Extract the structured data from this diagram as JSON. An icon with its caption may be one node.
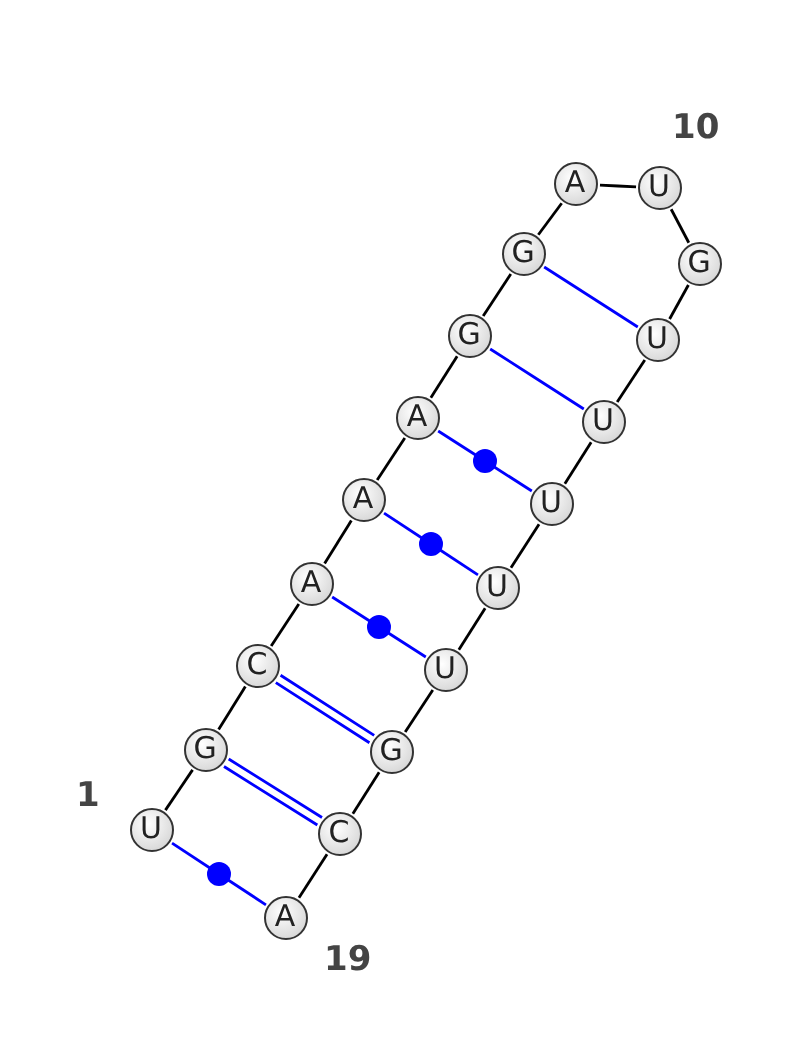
{
  "diagram": {
    "nodes": [
      {
        "text": [
          "U"
        ]
      },
      {
        "text": [
          "G"
        ]
      },
      {
        "text": [
          "C"
        ]
      },
      {
        "text": [
          "A"
        ]
      },
      {
        "text": [
          "A"
        ]
      },
      {
        "text": [
          "A"
        ]
      },
      {
        "text": [
          "G"
        ]
      },
      {
        "text": [
          "G"
        ]
      },
      {
        "text": [
          "A"
        ]
      },
      {
        "text": [
          "U"
        ]
      },
      {
        "text": [
          "G"
        ]
      },
      {
        "text": [
          "U"
        ]
      },
      {
        "text": [
          "U"
        ]
      },
      {
        "text": [
          "U"
        ]
      },
      {
        "text": [
          "U"
        ]
      },
      {
        "text": [
          "U"
        ]
      },
      {
        "text": [
          "G"
        ]
      },
      {
        "text": [
          "C"
        ]
      },
      {
        "text": [
          "A"
        ]
      }
    ],
    "edges": [
      {
        "from": 0,
        "to": 1,
        "arrow": "none"
      },
      {
        "from": 1,
        "to": 2,
        "arrow": "none"
      },
      {
        "from": 2,
        "to": 3,
        "arrow": "none"
      },
      {
        "from": 3,
        "to": 4,
        "arrow": "none"
      },
      {
        "from": 4,
        "to": 5,
        "arrow": "none"
      },
      {
        "from": 5,
        "to": 6,
        "arrow": "none"
      },
      {
        "from": 6,
        "to": 7,
        "arrow": "none"
      },
      {
        "from": 7,
        "to": 8,
        "arrow": "none"
      },
      {
        "from": 8,
        "to": 9,
        "arrow": "none"
      },
      {
        "from": 9,
        "to": 10,
        "arrow": "none"
      },
      {
        "from": 10,
        "to": 11,
        "arrow": "none"
      },
      {
        "from": 11,
        "to": 12,
        "arrow": "none"
      },
      {
        "from": 12,
        "to": 13,
        "arrow": "none"
      },
      {
        "from": 13,
        "to": 14,
        "arrow": "none"
      },
      {
        "from": 14,
        "to": 15,
        "arrow": "none"
      },
      {
        "from": 15,
        "to": 16,
        "arrow": "none"
      },
      {
        "from": 16,
        "to": 17,
        "arrow": "none"
      },
      {
        "from": 17,
        "to": 18,
        "arrow": "none"
      },
      {
        "from": 0,
        "to": 18,
        "arrow": "none",
        "color": "#0000ff"
      },
      {
        "from": 1,
        "to": 17,
        "arrow": "none",
        "color": "#0000ff"
      },
      {
        "from": 2,
        "to": 16,
        "arrow": "none",
        "color": "#0000ff"
      },
      {
        "from": 3,
        "to": 15,
        "arrow": "none",
        "color": "#0000ff"
      },
      {
        "from": 4,
        "to": 14,
        "arrow": "none",
        "color": "#0000ff"
      },
      {
        "from": 5,
        "to": 13,
        "arrow": "none",
        "color": "#0000ff"
      },
      {
        "from": 6,
        "to": 12,
        "arrow": "none",
        "color": "#0000ff"
      },
      {
        "from": 7,
        "to": 11,
        "arrow": "none",
        "color": "#0000ff"
      }
    ],
    "labels": [
      "10",
      "1",
      "19"
    ]
  }
}
